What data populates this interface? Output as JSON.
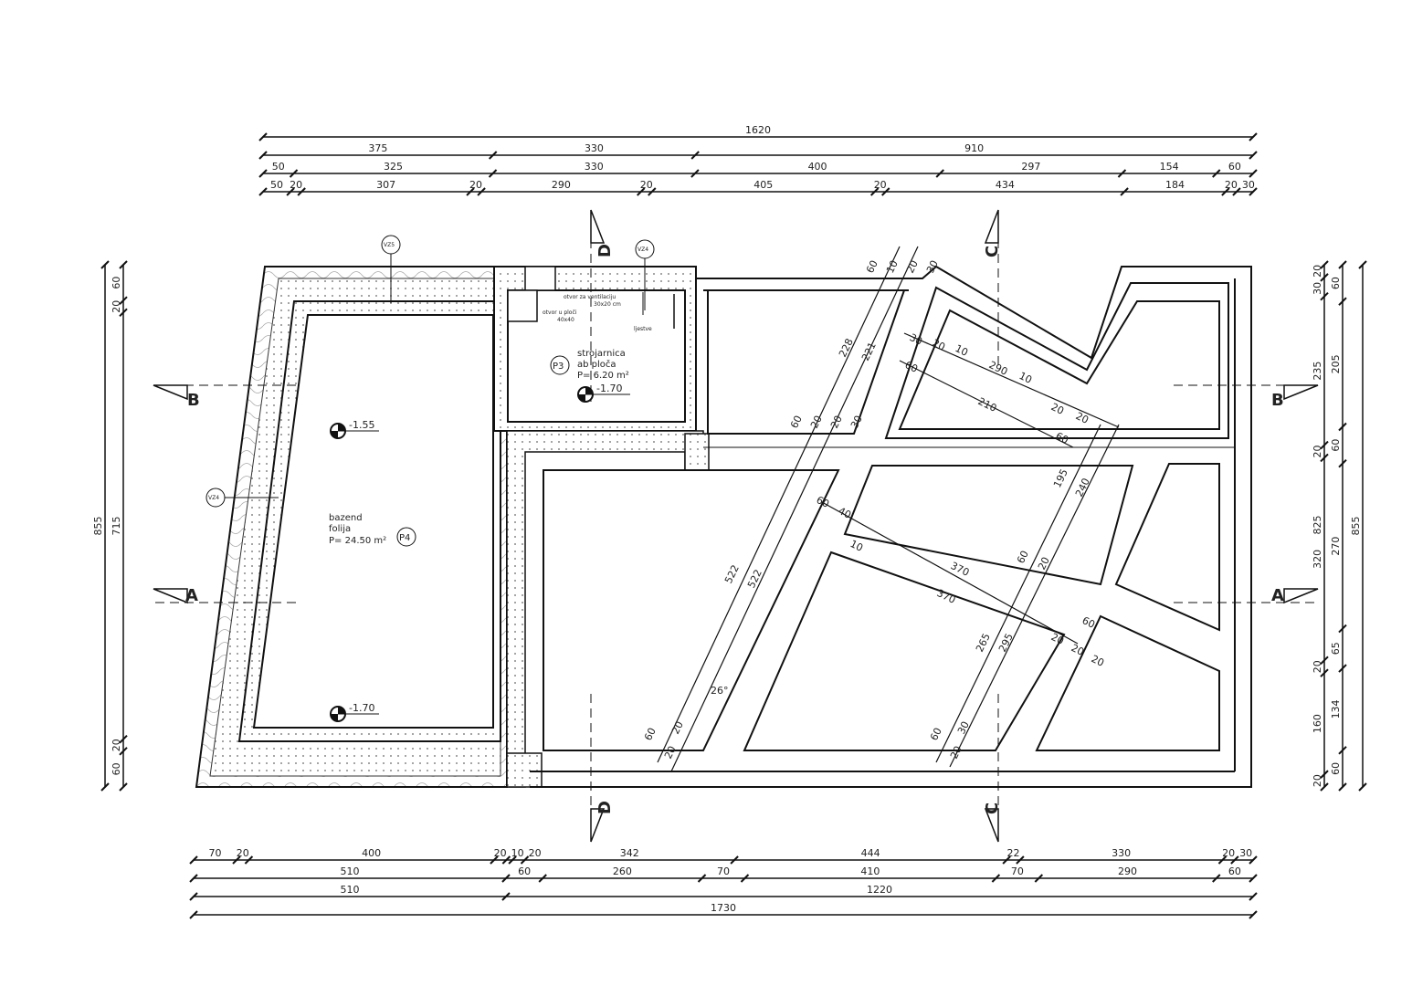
{
  "dimensions": {
    "top": [
      [
        1620
      ],
      [
        375,
        330,
        910
      ],
      [
        50,
        325,
        330,
        400,
        297,
        154,
        60
      ],
      [
        50,
        20,
        307,
        20,
        290,
        20,
        405,
        20,
        434,
        184,
        20,
        30
      ]
    ],
    "bottom": [
      [
        70,
        20,
        400,
        20,
        10,
        20,
        342,
        444,
        22,
        330,
        20,
        30
      ],
      [
        510,
        60,
        260,
        70,
        410,
        70,
        290,
        60
      ],
      [
        510,
        1220
      ],
      [
        1730
      ]
    ],
    "left": [
      [
        855
      ],
      [
        60,
        20,
        715,
        20,
        60
      ]
    ],
    "right": [
      [
        20,
        30,
        235,
        20,
        320,
        20,
        160,
        20
      ],
      [
        60,
        205,
        60,
        270,
        65,
        134,
        60
      ],
      [
        855
      ]
    ],
    "right_extra": "825"
  },
  "sections": {
    "a": "A",
    "b": "B",
    "c": "C",
    "d": "D"
  },
  "levels": {
    "pool_top": "-1.55",
    "pool_bottom": "-1.70",
    "shaft": "-1.70"
  },
  "tags": {
    "vz5": "VZ5",
    "vz4_top": "VZ4",
    "vz4_left": "VZ4",
    "p3": "P3",
    "p4": "P4"
  },
  "rooms": {
    "pool": {
      "name": "bazend",
      "finish": "folija",
      "area": "P= 24.50 m²"
    },
    "shaft": {
      "name": "strojarnica",
      "finish": "ab ploča",
      "area": "P= 6.20 m²"
    }
  },
  "notes": {
    "vent": "otvor za ventilaciju",
    "vent_size": "30x20 cm",
    "opening": "otvor u ploči",
    "opening_size": "40x40",
    "ladder": "ljestve"
  },
  "diagonal_dims": [
    "60",
    "10",
    "20",
    "30",
    "228",
    "221",
    "30",
    "20",
    "10",
    "60",
    "290",
    "10",
    "210",
    "20",
    "20",
    "60",
    "60",
    "20",
    "20",
    "30",
    "522",
    "522",
    "60",
    "40",
    "10",
    "370",
    "370",
    "195",
    "240",
    "60",
    "20",
    "265",
    "295",
    "20",
    "20",
    "20",
    "60",
    "60",
    "20",
    "20",
    "60",
    "20",
    "30",
    "26°"
  ]
}
